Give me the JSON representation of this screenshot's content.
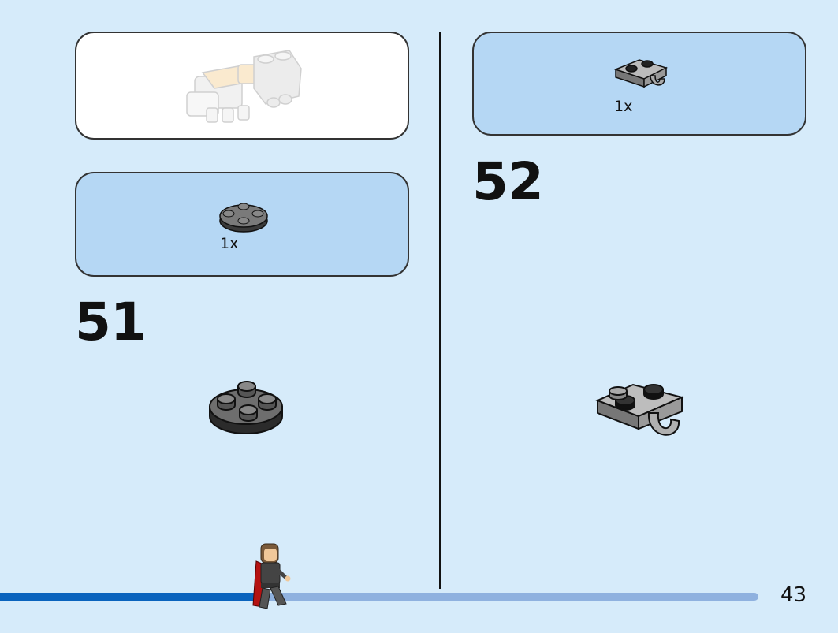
{
  "left_column": {
    "step_51": {
      "number": "51",
      "parts_qty": "1x"
    }
  },
  "right_column": {
    "step_52": {
      "number": "52",
      "parts_qty": "1x"
    }
  },
  "progress": {
    "fraction": 0.34
  },
  "footer": {
    "page_number": "43"
  },
  "icons": {
    "submodel": "assembled-model-icon",
    "part_51": "round-plate-icon",
    "part_52": "clip-plate-icon",
    "character": "minifigure-icon"
  },
  "colors": {
    "page_bg": "#d6ebfa",
    "callout_bg": "#b5d7f4",
    "progress_fill": "#0a63bd",
    "progress_track": "#8fb1df"
  }
}
